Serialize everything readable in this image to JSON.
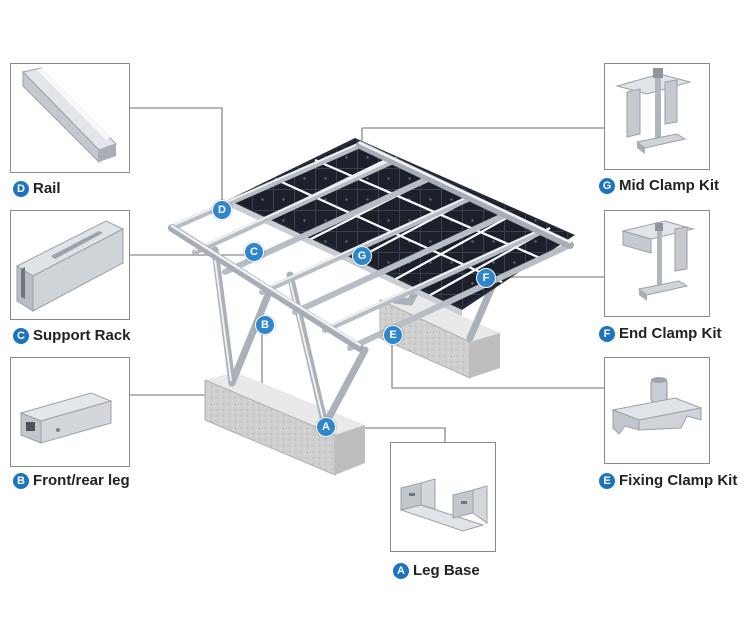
{
  "accent_color": "#1e73be",
  "components": [
    {
      "id": "rail",
      "letter": "D",
      "label": "Rail",
      "icon": "rail-profile-icon"
    },
    {
      "id": "support-rack",
      "letter": "C",
      "label": "Support Rack",
      "icon": "support-rack-icon"
    },
    {
      "id": "front-rear-leg",
      "letter": "B",
      "label": "Front/rear leg",
      "icon": "square-tube-icon"
    },
    {
      "id": "mid-clamp-kit",
      "letter": "G",
      "label": "Mid Clamp Kit",
      "icon": "mid-clamp-icon"
    },
    {
      "id": "end-clamp-kit",
      "letter": "F",
      "label": "End Clamp Kit",
      "icon": "end-clamp-icon"
    },
    {
      "id": "fixing-clamp-kit",
      "letter": "E",
      "label": "Fixing Clamp Kit",
      "icon": "fixing-clamp-icon"
    },
    {
      "id": "leg-base",
      "letter": "A",
      "label": "Leg Base",
      "icon": "leg-base-bracket-icon"
    }
  ],
  "markers": [
    "D",
    "C",
    "B",
    "G",
    "F",
    "E",
    "A"
  ]
}
